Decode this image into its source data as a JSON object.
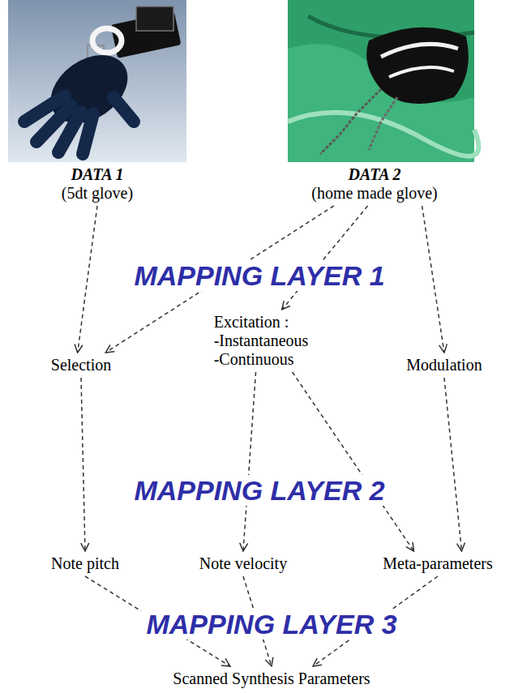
{
  "diagram": {
    "nodes": [
      {
        "text": [
          "DATA 1",
          "(5dt glove)"
        ]
      },
      {
        "text": [
          "DATA 2",
          "(home made glove)"
        ]
      },
      {
        "text": [
          "Selection"
        ]
      },
      {
        "text": [
          "Excitation :",
          "-Instantaneous",
          "-Continuous"
        ]
      },
      {
        "text": [
          "Modulation"
        ]
      },
      {
        "text": [
          "Note pitch"
        ]
      },
      {
        "text": [
          "Note velocity"
        ]
      },
      {
        "text": [
          "Meta-parameters"
        ]
      },
      {
        "text": [
          "Scanned Synthesis Parameters"
        ]
      }
    ],
    "edges": [
      {
        "from": 0,
        "to": 2,
        "arrow": "to"
      },
      {
        "from": 1,
        "to": 2,
        "arrow": "to"
      },
      {
        "from": 1,
        "to": 3,
        "arrow": "to"
      },
      {
        "from": 1,
        "to": 4,
        "arrow": "to"
      },
      {
        "from": 2,
        "to": 5,
        "arrow": "to"
      },
      {
        "from": 3,
        "to": 6,
        "arrow": "to"
      },
      {
        "from": 3,
        "to": 7,
        "arrow": "to"
      },
      {
        "from": 4,
        "to": 7,
        "arrow": "to"
      },
      {
        "from": 5,
        "to": 8,
        "arrow": "to"
      },
      {
        "from": 6,
        "to": 8,
        "arrow": "to"
      },
      {
        "from": 7,
        "to": 8,
        "arrow": "to"
      }
    ],
    "labels": [
      "MAPPING LAYER 1",
      "MAPPING LAYER 2",
      "MAPPING LAYER 3"
    ]
  }
}
